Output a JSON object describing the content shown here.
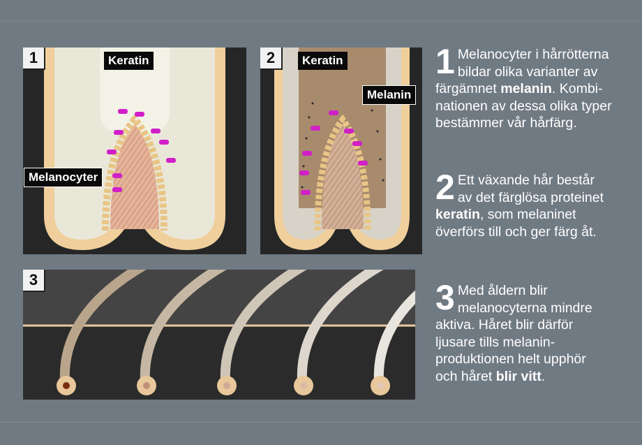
{
  "panel1": {
    "number": "1",
    "label_keratin": "Keratin",
    "label_melanocyter": "Melanocyter"
  },
  "panel2": {
    "number": "2",
    "label_keratin": "Keratin",
    "label_melanin": "Melanin"
  },
  "panel3": {
    "number": "3"
  },
  "step1": {
    "number": "1",
    "lines": [
      "Melanocyter i hårrötterna",
      "bildar olika varianter av"
    ],
    "line3_a": "färgämnet ",
    "line3_bold": "melanin",
    "line3_b": ". Kombi-",
    "line4": "nationen av dessa olika typer",
    "line5": "bestämmer vår hårfärg."
  },
  "step2": {
    "number": "2",
    "lines": [
      "Ett växande hår består",
      "av det färglösa proteinet"
    ],
    "line3_bold": "keratin",
    "line3_b": ", som melaninet",
    "line4": "överförs till och ger färg åt."
  },
  "step3": {
    "number": "3",
    "lines": [
      "Med åldern blir",
      "melanocyterna mindre"
    ],
    "line3": "aktiva. Håret blir därför",
    "line4": "ljusare tills melanin-",
    "line5": "produktionen helt upphör",
    "line6_a": "och håret ",
    "line6_bold": "blir vitt",
    "line6_b": "."
  },
  "colors": {
    "background": "#707a83",
    "skin": "#f0d3a4",
    "magenta": "#d11fc8",
    "panel": "#262626"
  }
}
